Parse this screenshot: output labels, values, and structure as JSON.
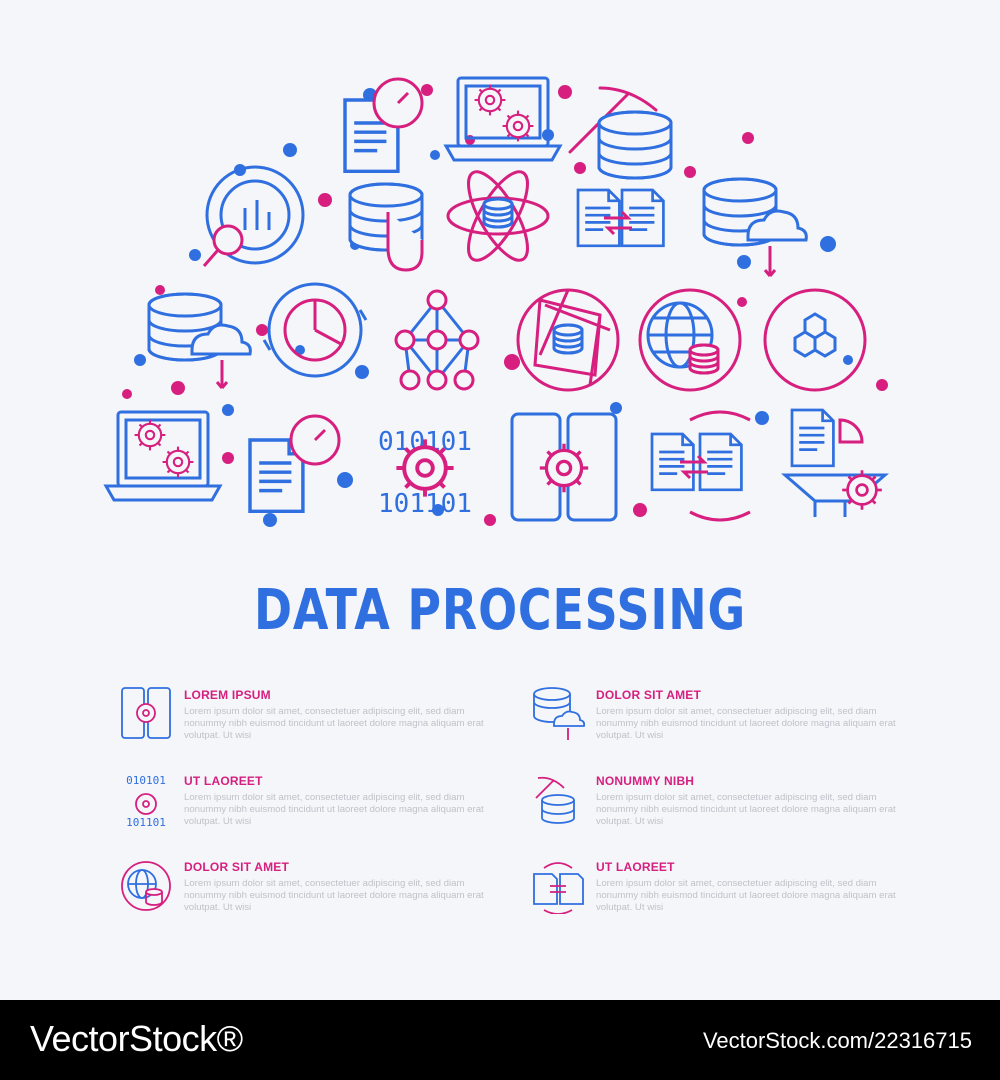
{
  "colors": {
    "blue": "#2f6fe0",
    "magenta": "#d61f7f",
    "bg": "#f4f6f9",
    "text_gray": "#bfc2c9",
    "footer_bg": "#000000"
  },
  "headline": "DATA PROCESSING",
  "hero_icons": [
    "analytics-chart-icon",
    "fast-document-icon",
    "laptop-settings-icon",
    "data-mining-icon",
    "database-touch-icon",
    "atom-database-icon",
    "document-transfer-icon",
    "database-cloud-icon",
    "pie-chart-cycle-icon",
    "network-nodes-icon",
    "aperture-database-icon",
    "globe-database-icon",
    "hexagon-cycle-icon",
    "binary-gear-icon",
    "mobile-gear-icon",
    "funnel-process-icon"
  ],
  "features": [
    {
      "title": "LOREM IPSUM",
      "icon": "mobile-gear-icon",
      "text": "Lorem ipsum dolor sit amet, consectetuer adipiscing elit, sed diam nonummy nibh euismod tincidunt ut laoreet dolore magna aliquam erat volutpat. Ut wisi"
    },
    {
      "title": "DOLOR SIT AMET",
      "icon": "database-cloud-icon",
      "text": "Lorem ipsum dolor sit amet, consectetuer adipiscing elit, sed diam nonummy nibh euismod tincidunt ut laoreet dolore magna aliquam erat volutpat. Ut wisi"
    },
    {
      "title": "UT LAOREET",
      "icon": "binary-gear-icon",
      "text": "Lorem ipsum dolor sit amet, consectetuer adipiscing elit, sed diam nonummy nibh euismod tincidunt ut laoreet dolore magna aliquam erat volutpat. Ut wisi"
    },
    {
      "title": "NONUMMY NIBH",
      "icon": "data-mining-icon",
      "text": "Lorem ipsum dolor sit amet, consectetuer adipiscing elit, sed diam nonummy nibh euismod tincidunt ut laoreet dolore magna aliquam erat volutpat. Ut wisi"
    },
    {
      "title": "DOLOR SIT AMET",
      "icon": "globe-database-icon",
      "text": "Lorem ipsum dolor sit amet, consectetuer adipiscing elit, sed diam nonummy nibh euismod tincidunt ut laoreet dolore magna aliquam erat volutpat. Ut wisi"
    },
    {
      "title": "UT LAOREET",
      "icon": "document-transfer-icon",
      "text": "Lorem ipsum dolor sit amet, consectetuer adipiscing elit, sed diam nonummy nibh euismod tincidunt ut laoreet dolore magna aliquam erat volutpat. Ut wisi"
    }
  ],
  "footer": {
    "brand": "VectorStock®",
    "id": "VectorStock.com/22316715"
  }
}
